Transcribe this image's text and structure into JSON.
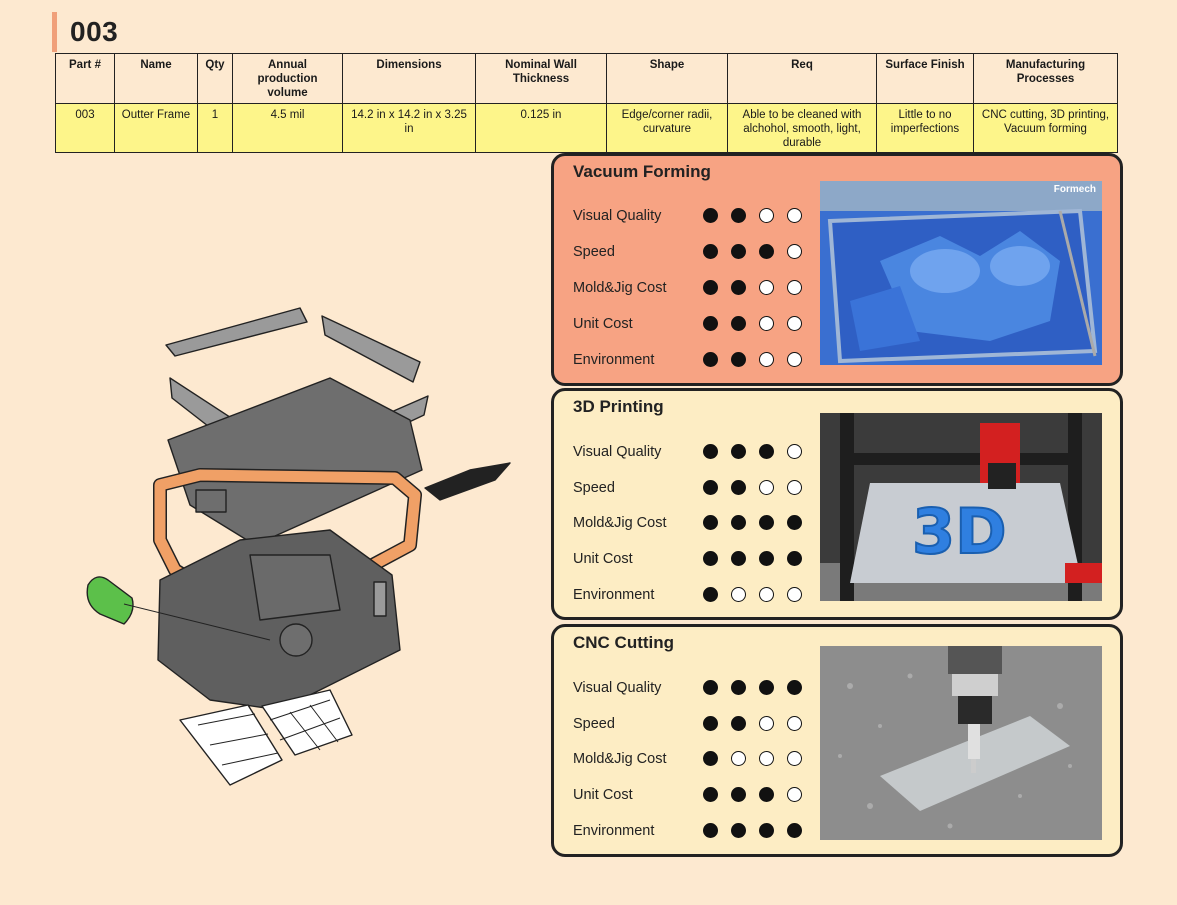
{
  "page_title": "003",
  "table": {
    "headers": [
      "Part #",
      "Name",
      "Qty",
      "Annual production volume",
      "Dimensions",
      "Nominal Wall Thickness",
      "Shape",
      "Req",
      "Surface Finish",
      "Manufacturing Processes"
    ],
    "row": [
      "003",
      "Outter Frame",
      "1",
      "4.5 mil",
      "14.2 in x 14.2 in x 3.25 in",
      "0.125 in",
      "Edge/corner radii, curvature",
      "Able to be cleaned with alchohol, smooth, light, durable",
      "Little to no imperfections",
      "CNC cutting, 3D printing, Vacuum forming"
    ]
  },
  "processes": [
    {
      "title": "Vacuum Forming",
      "brand": "Formech",
      "ratings": [
        {
          "label": "Visual Quality",
          "score": 2,
          "max": 4
        },
        {
          "label": "Speed",
          "score": 3,
          "max": 4
        },
        {
          "label": "Mold&Jig Cost",
          "score": 2,
          "max": 4
        },
        {
          "label": "Unit Cost",
          "score": 2,
          "max": 4
        },
        {
          "label": "Environment",
          "score": 2,
          "max": 4
        }
      ]
    },
    {
      "title": "3D Printing",
      "ratings": [
        {
          "label": "Visual Quality",
          "score": 3,
          "max": 4
        },
        {
          "label": "Speed",
          "score": 2,
          "max": 4
        },
        {
          "label": "Mold&Jig Cost",
          "score": 4,
          "max": 4
        },
        {
          "label": "Unit Cost",
          "score": 4,
          "max": 4
        },
        {
          "label": "Environment",
          "score": 1,
          "max": 4
        }
      ]
    },
    {
      "title": "CNC Cutting",
      "ratings": [
        {
          "label": "Visual Quality",
          "score": 4,
          "max": 4
        },
        {
          "label": "Speed",
          "score": 2,
          "max": 4
        },
        {
          "label": "Mold&Jig Cost",
          "score": 1,
          "max": 4
        },
        {
          "label": "Unit Cost",
          "score": 3,
          "max": 4
        },
        {
          "label": "Environment",
          "score": 4,
          "max": 4
        }
      ]
    }
  ],
  "colors": {
    "accent_bar": "#f0a07a",
    "table_row": "#fdf58a",
    "vacuum_panel": "#f7a383",
    "panel_bg": "#fdedc4",
    "frame_orange": "#f0a066",
    "part_gray": "#6e6e6e",
    "cap_green": "#5cc04a"
  }
}
